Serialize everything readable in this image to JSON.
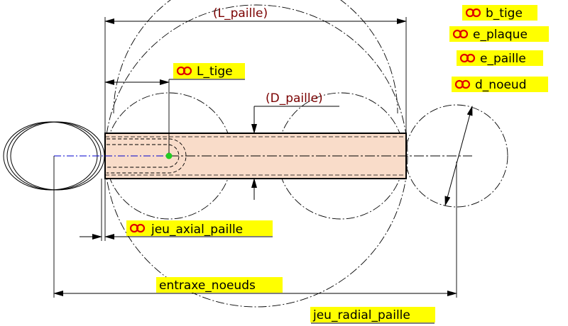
{
  "colors": {
    "label_bg": "#ffff00",
    "link_icon": "#e00000",
    "driven_dim": "#7a0000",
    "body_fill": "#f9dcc9",
    "center_line": "#0000cc",
    "point": "#22cc22",
    "line": "#000000"
  },
  "driven_dimensions": {
    "l_paille": "(L_paille)",
    "d_paille": "(D_paille)"
  },
  "linked_dimensions": {
    "b_tige": "b_tige",
    "e_plaque": "e_plaque",
    "e_paille": "e_paille",
    "d_noeud": "d_noeud",
    "l_tige": "L_tige",
    "jeu_axial_paille": "jeu_axial_paille",
    "entraxe_noeuds": "entraxe_noeuds",
    "jeu_radial_paille": "jeu_radial_paille"
  },
  "icons": {
    "link": "link-icon"
  }
}
